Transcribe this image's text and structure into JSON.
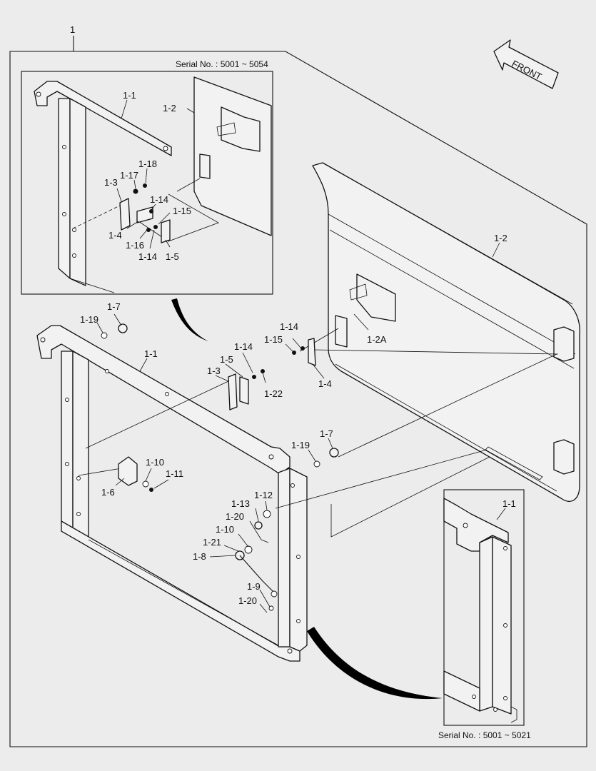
{
  "main_label": "1",
  "front_arrow": {
    "text": "FRONT"
  },
  "inset_top": {
    "serial": "Serial No. : 5001 ~ 5054",
    "labels": [
      {
        "name": "label-1-1",
        "text": "1-1"
      },
      {
        "name": "label-1-2",
        "text": "1-2"
      },
      {
        "name": "label-1-18",
        "text": "1-18"
      },
      {
        "name": "label-1-17",
        "text": "1-17"
      },
      {
        "name": "label-1-3",
        "text": "1-3"
      },
      {
        "name": "label-1-14",
        "text": "1-14"
      },
      {
        "name": "label-1-15",
        "text": "1-15"
      },
      {
        "name": "label-1-4",
        "text": "1-4"
      },
      {
        "name": "label-1-16",
        "text": "1-16"
      },
      {
        "name": "label-1-14b",
        "text": "1-14"
      },
      {
        "name": "label-1-5",
        "text": "1-5"
      }
    ]
  },
  "inset_bottom": {
    "serial": "Serial No. : 5001 ~ 5021",
    "labels": [
      {
        "name": "label-1-1",
        "text": "1-1"
      }
    ]
  },
  "main_labels": [
    {
      "name": "label-1-7",
      "text": "1-7"
    },
    {
      "name": "label-1-19",
      "text": "1-19"
    },
    {
      "name": "label-1-1",
      "text": "1-1"
    },
    {
      "name": "label-1-5",
      "text": "1-5"
    },
    {
      "name": "label-1-14",
      "text": "1-14"
    },
    {
      "name": "label-1-3",
      "text": "1-3"
    },
    {
      "name": "label-1-22",
      "text": "1-22"
    },
    {
      "name": "label-1-14b",
      "text": "1-14"
    },
    {
      "name": "label-1-15",
      "text": "1-15"
    },
    {
      "name": "label-1-4",
      "text": "1-4"
    },
    {
      "name": "label-1-2A",
      "text": "1-2A"
    },
    {
      "name": "label-1-2",
      "text": "1-2"
    },
    {
      "name": "label-1-7b",
      "text": "1-7"
    },
    {
      "name": "label-1-19b",
      "text": "1-19"
    },
    {
      "name": "label-1-10",
      "text": "1-10"
    },
    {
      "name": "label-1-11",
      "text": "1-11"
    },
    {
      "name": "label-1-6",
      "text": "1-6"
    },
    {
      "name": "label-1-13",
      "text": "1-13"
    },
    {
      "name": "label-1-12",
      "text": "1-12"
    },
    {
      "name": "label-1-20",
      "text": "1-20"
    },
    {
      "name": "label-1-10b",
      "text": "1-10"
    },
    {
      "name": "label-1-21",
      "text": "1-21"
    },
    {
      "name": "label-1-8",
      "text": "1-8"
    },
    {
      "name": "label-1-9",
      "text": "1-9"
    },
    {
      "name": "label-1-20b",
      "text": "1-20"
    }
  ]
}
